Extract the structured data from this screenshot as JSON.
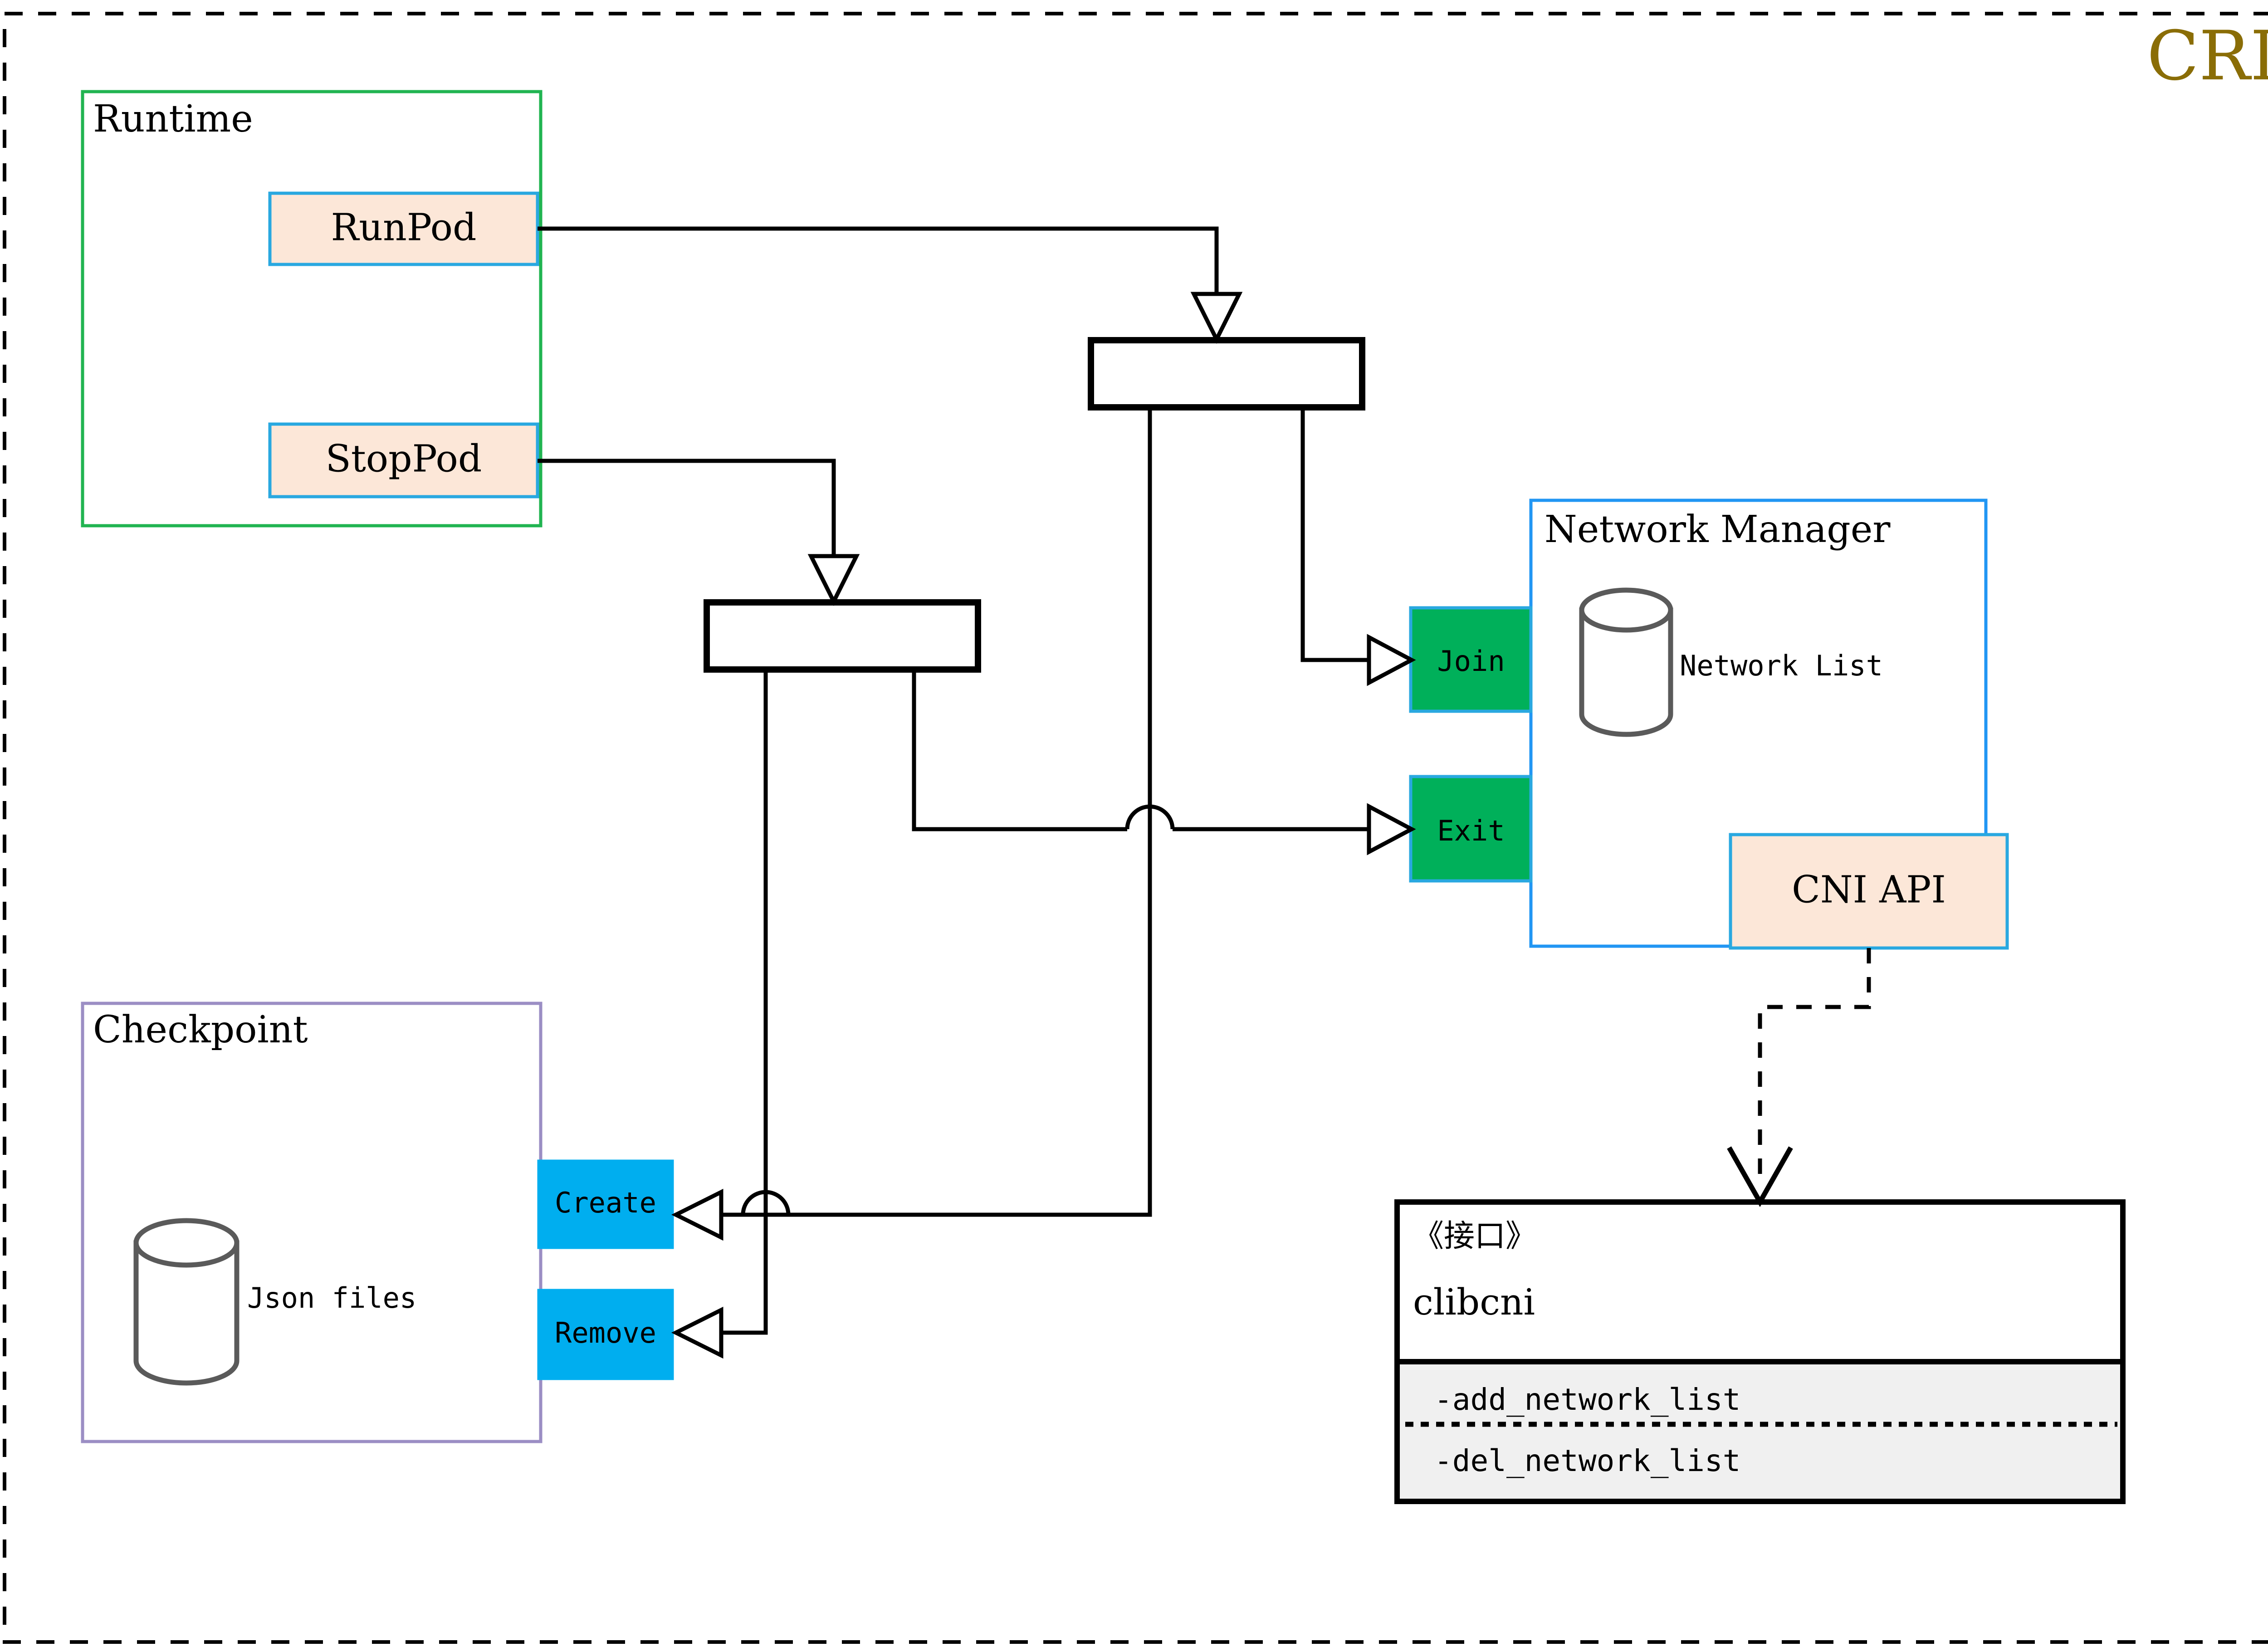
{
  "diagram": {
    "title": "CRI",
    "title_color": "#8a6d06",
    "outer_border_style": "dashed"
  },
  "colors": {
    "runtime_border": "#21b451",
    "checkpoint_border": "#9b8ec4",
    "network_manager_border": "#2196f3",
    "pod_box_fill": "#fce7d8",
    "pod_box_border": "#29a8e0",
    "action_green": "#00b05a",
    "action_cyan": "#00aeef",
    "cni_api_fill": "#fce7d8",
    "cni_api_border": "#29a8e0",
    "interface_member_fill": "#f0f0f0",
    "cylinder_stroke": "#5a5a5a",
    "edge": "#000000"
  },
  "runtime": {
    "title": "Runtime",
    "nodes": [
      {
        "id": "runpod",
        "label": "RunPod"
      },
      {
        "id": "stoppod",
        "label": "StopPod"
      }
    ]
  },
  "checkpoint": {
    "title": "Checkpoint",
    "store_label": "Json files",
    "nodes": [
      {
        "id": "create",
        "label": "Create"
      },
      {
        "id": "remove",
        "label": "Remove"
      }
    ]
  },
  "network_manager": {
    "title": "Network Manager",
    "store_label": "Network List",
    "nodes": [
      {
        "id": "join",
        "label": "Join"
      },
      {
        "id": "exit",
        "label": "Exit"
      }
    ],
    "api": {
      "id": "cni-api",
      "label": "CNI API"
    }
  },
  "interface": {
    "stereotype": "《接口》",
    "name": "clibcni",
    "members": [
      "-add_network_list",
      "-del_network_list"
    ]
  },
  "fork_bars": [
    {
      "id": "fork-runpod",
      "label": ""
    },
    {
      "id": "fork-stoppod",
      "label": ""
    }
  ]
}
